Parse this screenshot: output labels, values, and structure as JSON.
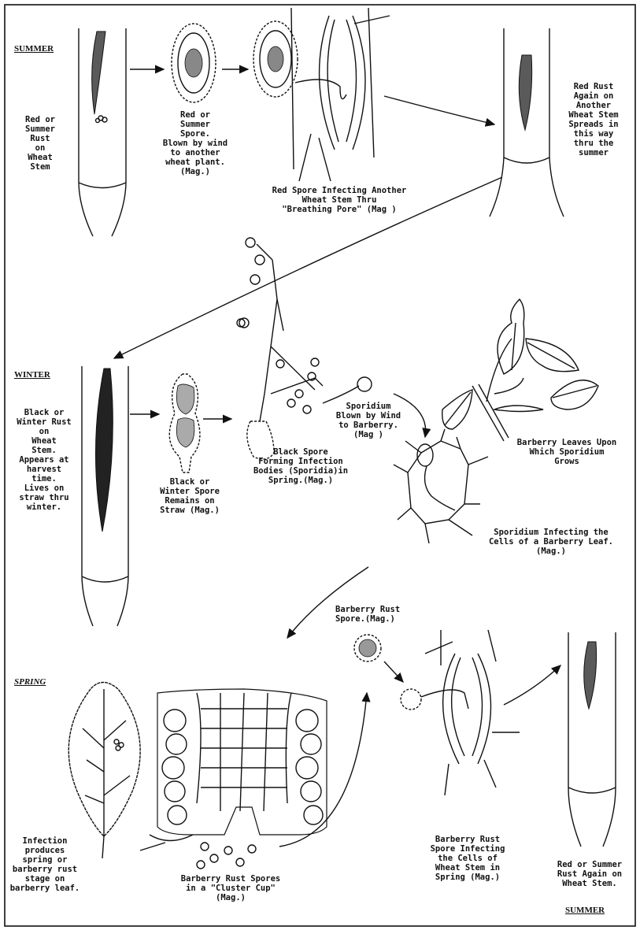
{
  "seasons": {
    "summer_top": "SUMMER",
    "winter": "WINTER",
    "spring": "SPRING",
    "summer_bottom": "SUMMER"
  },
  "labels": {
    "red_rust_stem": "Red or\nSummer\nRust\non\nWheat\nStem",
    "red_spore": "Red or\nSummer\nSpore.\nBlown by wind\nto another\nwheat plant.\n(Mag.)",
    "red_spore_infecting": "Red Spore Infecting Another\nWheat Stem Thru\n\"Breathing Pore\" (Mag )",
    "red_rust_again": "Red Rust\nAgain on\nAnother\nWheat Stem\nSpreads in\nthis way\nthru the\nsummer",
    "black_rust_stem": "Black or\nWinter Rust\non\nWheat\nStem.\nAppears at\nharvest\ntime.\nLives  on\nstraw thru\nwinter.",
    "black_spore": "Black or\nWinter Spore\nRemains on\nStraw  (Mag.)",
    "black_spore_forming": "Black Spore\nForming Infection\nBodies (Sporidia)in\nSpring.(Mag.)",
    "sporidium_blown": "Sporidium\nBlown by Wind\nto Barberry.\n(Mag )",
    "barberry_leaves": "Barberry Leaves Upon\nWhich Sporidium\nGrows",
    "sporidium_infecting": "Sporidium Infecting the\nCells of a Barberry Leaf.\n(Mag.)",
    "infection_produces": "Infection\nproduces\nspring or\nbarberry rust\nstage on\nbarberry leaf.",
    "cluster_cup": "Barberry Rust Spores\nin a \"Cluster Cup\"\n(Mag.)",
    "barberry_spore": "Barberry Rust\nSpore.(Mag.)",
    "barberry_spore_infecting": "Barberry Rust\nSpore Infecting\nthe Cells  of\nWheat Stem in\nSpring  (Mag.)",
    "red_summer_again": "Red or Summer\nRust Again on\nWheat Stem."
  }
}
